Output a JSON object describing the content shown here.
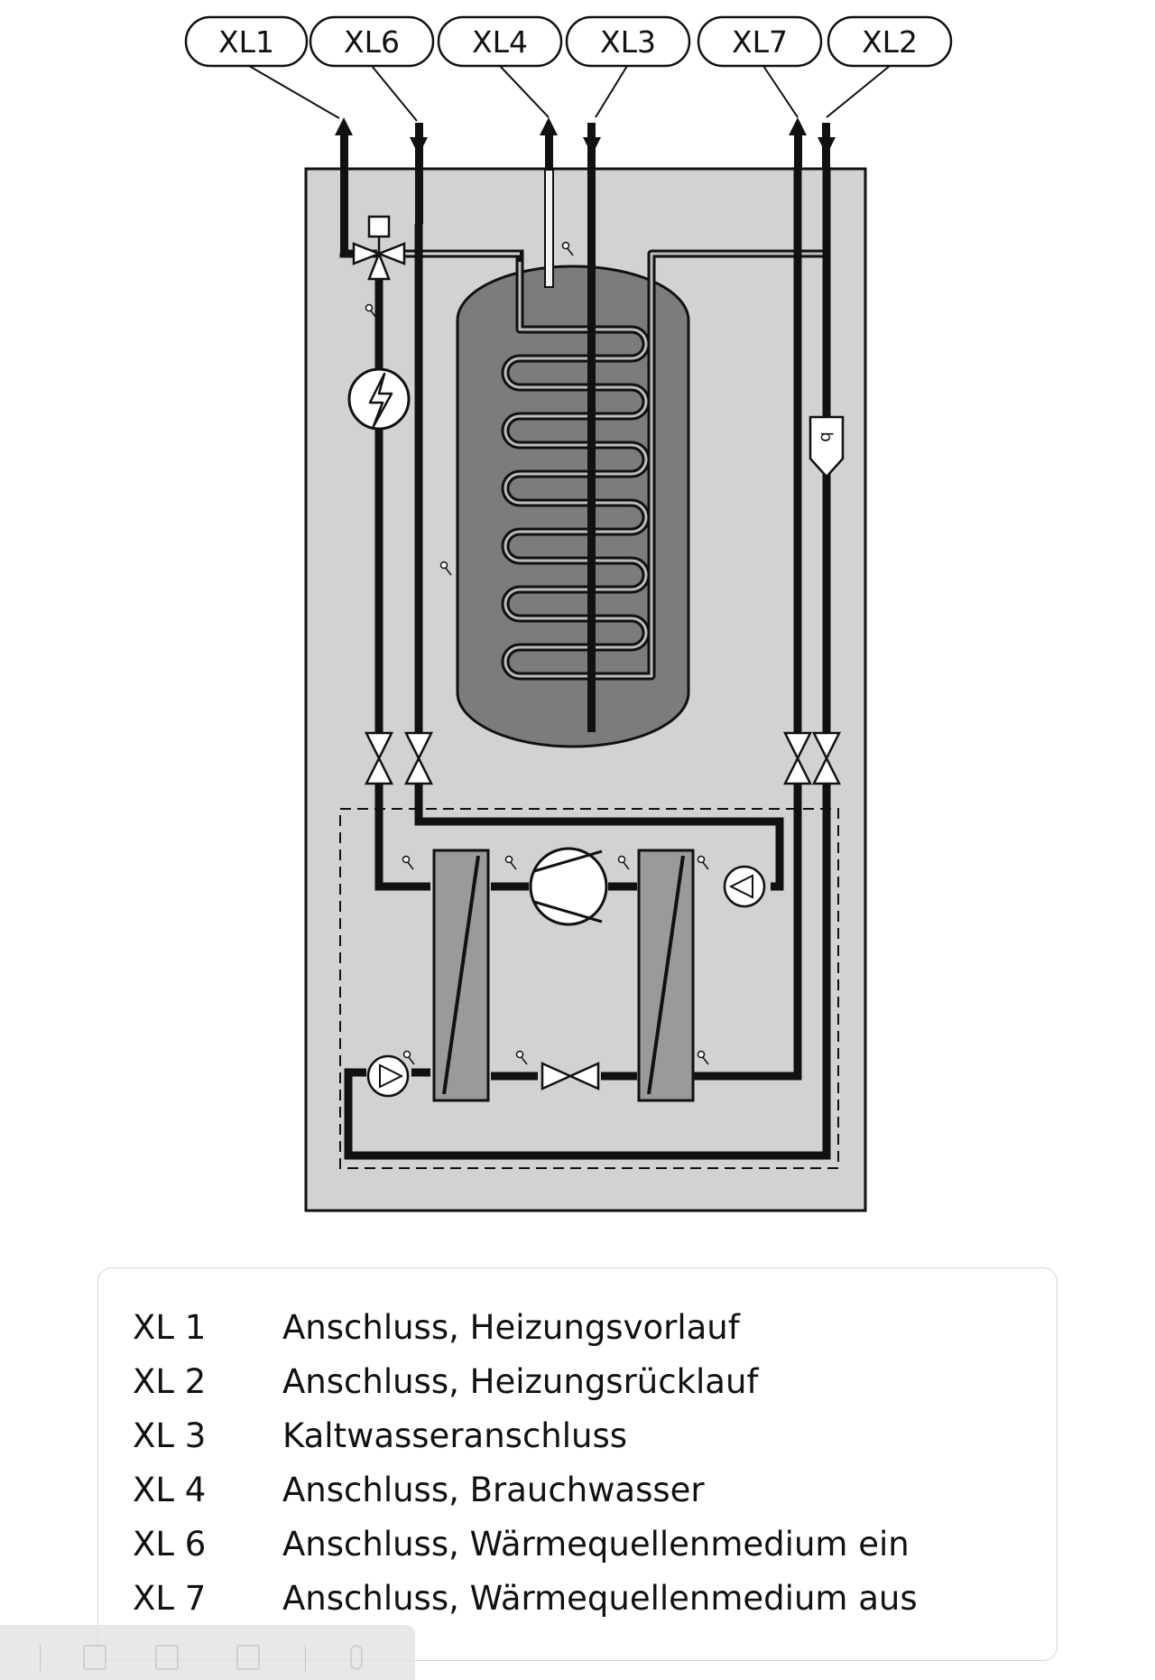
{
  "connections": [
    {
      "code": "XL1"
    },
    {
      "code": "XL6"
    },
    {
      "code": "XL4"
    },
    {
      "code": "XL3"
    },
    {
      "code": "XL7"
    },
    {
      "code": "XL2"
    }
  ],
  "legend": [
    {
      "code": "XL 1",
      "desc": "Anschluss, Heizungsvorlauf"
    },
    {
      "code": "XL 2",
      "desc": "Anschluss, Heizungsrücklauf"
    },
    {
      "code": "XL 3",
      "desc": "Kaltwasseranschluss"
    },
    {
      "code": "XL 4",
      "desc": "Anschluss, Brauchwasser"
    },
    {
      "code": "XL 6",
      "desc": "Anschluss, Wärmequellenmedium ein"
    },
    {
      "code": "XL 7",
      "desc": "Anschluss, Wärmequellenmedium aus"
    }
  ],
  "colors": {
    "housing": "#d2d2d2",
    "tank": "#7c7c7c",
    "pipe": "#111111",
    "heat_exchanger": "#9a9a9a"
  },
  "icons": [
    "electric-heater-icon",
    "compressor-icon",
    "pump-icon",
    "shutoff-valve-icon",
    "expansion-valve-icon",
    "three-way-valve-icon",
    "filter-icon",
    "temperature-sensor-icon"
  ]
}
